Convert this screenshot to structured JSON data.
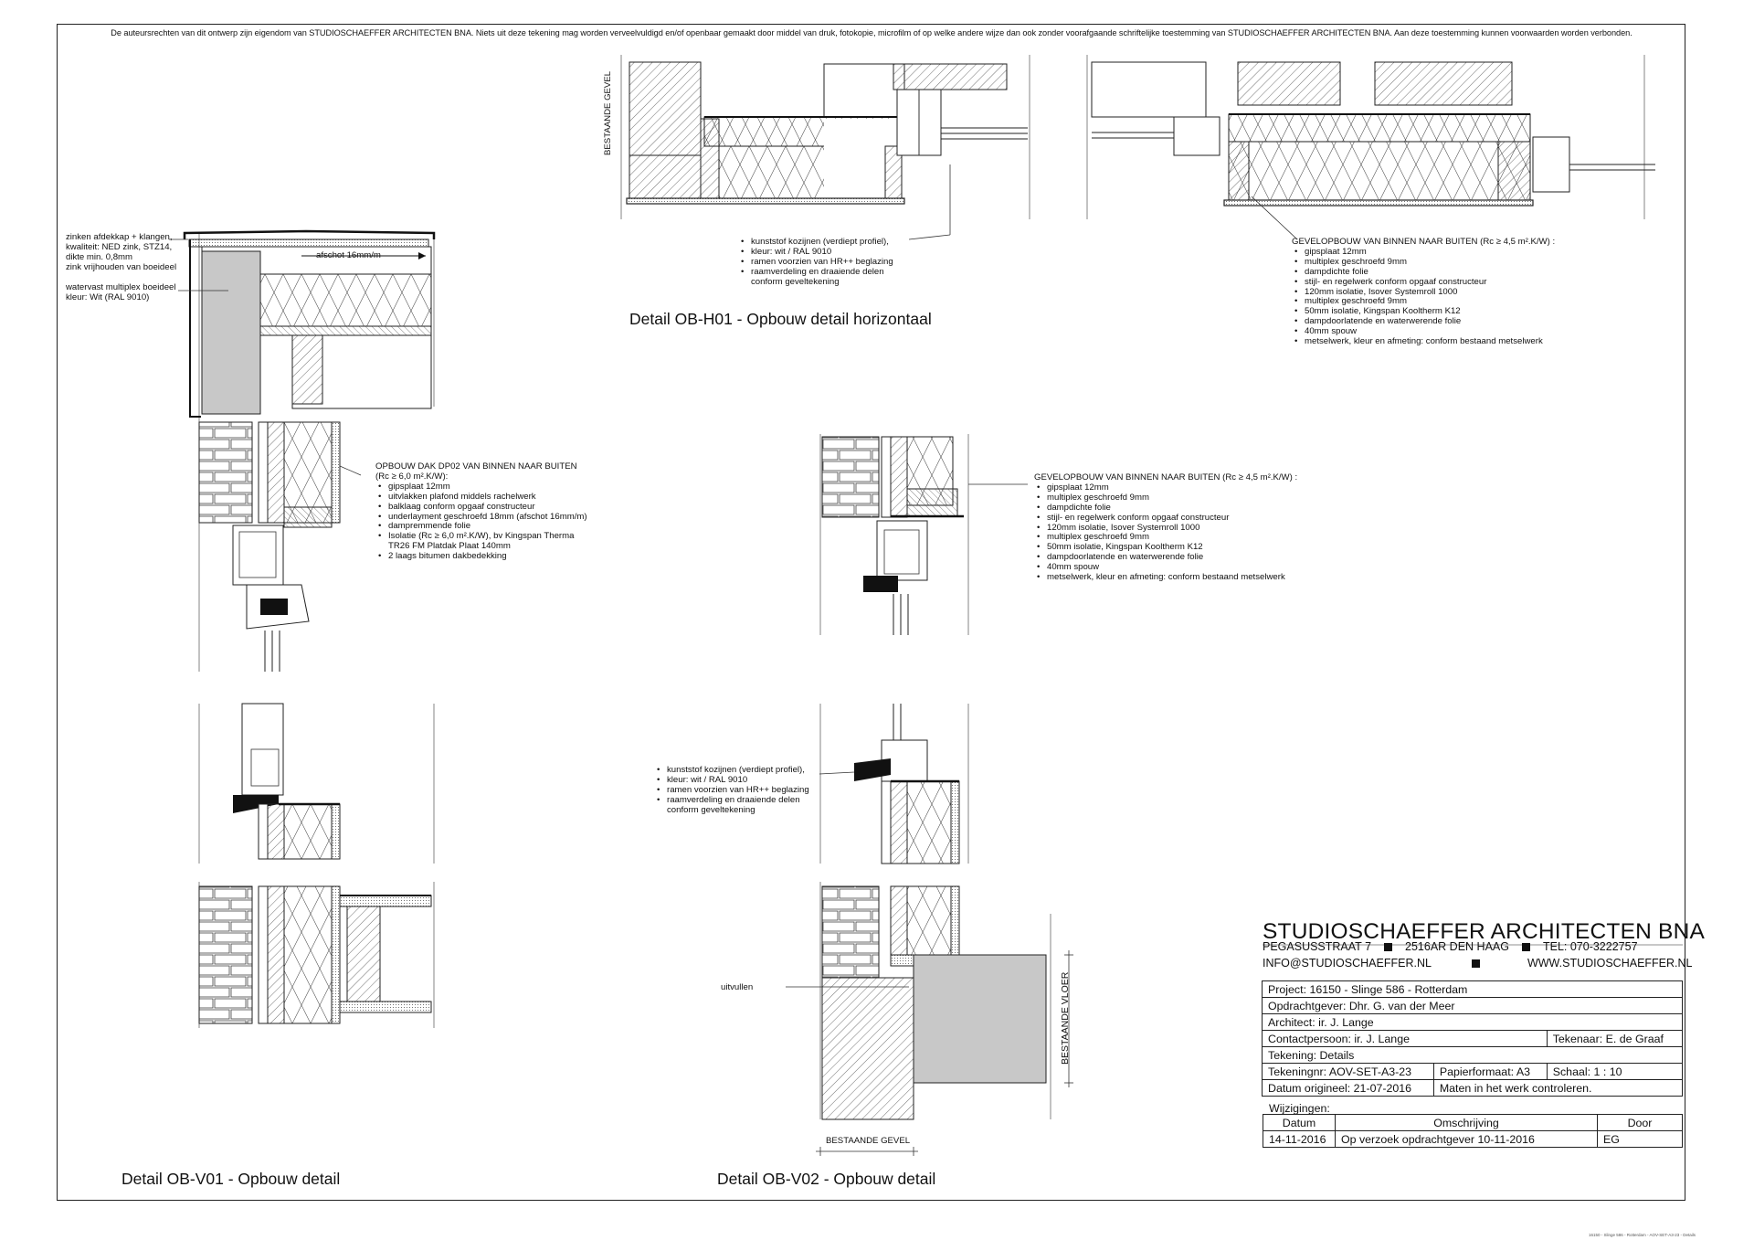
{
  "copyright": "De auteursrechten van dit ontwerp zijn eigendom van STUDIOSCHAEFFER ARCHITECTEN BNA. Niets uit deze tekening mag worden verveelvuldigd en/of openbaar gemaakt door middel van druk, fotokopie, microfilm of op welke andere wijze dan ook zonder voorafgaande schriftelijke toestemming van STUDIOSCHAEFFER ARCHITECTEN BNA. Aan deze toestemming kunnen voorwaarden worden verbonden.",
  "titles": {
    "h01": "Detail OB-H01 - Opbouw detail horizontaal",
    "v01": "Detail OB-V01 - Opbouw detail",
    "v02": "Detail OB-V02 - Opbouw detail"
  },
  "labels": {
    "zinc": [
      "zinken afdekkap + klangen,",
      "kwaliteit: NED zink, STZ14,",
      "dikte min. 0,8mm",
      "zink vrijhouden van boeideel"
    ],
    "boeideel": [
      "watervast multiplex boeideel",
      "kleur: Wit (RAL 9010)"
    ],
    "afschot": "afschot 16mm/m",
    "bestaande_gevel_v": "BESTAANDE GEVEL",
    "bestaande_gevel_h": "BESTAANDE GEVEL",
    "bestaande_vloer": "BESTAANDE VLOER",
    "uitvullen": "uitvullen"
  },
  "notes": {
    "kozijn_h01": {
      "items": [
        "kunststof kozijnen (verdiept profiel),",
        "kleur: wit / RAL 9010",
        "ramen voorzien van HR++ beglazing",
        "raamverdeling en draaiende delen"
      ],
      "cont": "conform geveltekening"
    },
    "kozijn_v02": {
      "items": [
        "kunststof kozijnen (verdiept profiel),",
        "kleur: wit / RAL 9010",
        "ramen voorzien van HR++ beglazing",
        "raamverdeling en draaiende delen"
      ],
      "cont": "conform geveltekening"
    },
    "gevel_h01": {
      "heading": "GEVELOPBOUW VAN BINNEN NAAR BUITEN (Rc ≥ 4,5 m².K/W) :",
      "items": [
        "gipsplaat 12mm",
        "multiplex geschroefd 9mm",
        "dampdichte folie",
        "stijl- en regelwerk conform opgaaf constructeur",
        "120mm isolatie, Isover Systemroll 1000",
        "multiplex geschroefd 9mm",
        "50mm isolatie, Kingspan Kooltherm K12",
        "dampdoorlatende en waterwerende folie",
        "40mm spouw",
        "metselwerk, kleur en afmeting: conform bestaand metselwerk"
      ]
    },
    "gevel_v02": {
      "heading": "GEVELOPBOUW VAN BINNEN NAAR BUITEN (Rc ≥ 4,5 m².K/W) :",
      "items": [
        "gipsplaat 12mm",
        "multiplex geschroefd 9mm",
        "dampdichte folie",
        "stijl- en regelwerk conform opgaaf constructeur",
        "120mm isolatie, Isover Systemroll 1000",
        "multiplex geschroefd 9mm",
        "50mm isolatie, Kingspan Kooltherm K12",
        "dampdoorlatende en waterwerende folie",
        "40mm spouw",
        "metselwerk, kleur en afmeting: conform bestaand metselwerk"
      ]
    },
    "dak": {
      "heading1": "OPBOUW DAK DP02 VAN BINNEN NAAR BUITEN",
      "heading2": "(Rc ≥ 6,0 m².K/W):",
      "items": [
        "gipsplaat 12mm",
        "uitvlakken plafond middels rachelwerk",
        "balklaag conform opgaaf constructeur",
        "underlayment geschroefd 18mm (afschot 16mm/m)",
        "dampremmende folie",
        "Isolatie (Rc ≥ 6,0 m².K/W), bv Kingspan Therma"
      ],
      "cont1": "TR26 FM Platdak Plaat 140mm",
      "last": "2 laags bitumen dakbedekking"
    }
  },
  "titleblock": {
    "firm": "STUDIOSCHAEFFER ARCHITECTEN BNA",
    "address": "PEGASUSSTRAAT 7",
    "city": "2516AR DEN HAAG",
    "tel": "TEL: 070-3222757",
    "email": "INFO@STUDIOSCHAEFFER.NL",
    "web": "WWW.STUDIOSCHAEFFER.NL",
    "project": "Project: 16150 - Slinge 586 - Rotterdam",
    "opdrachtgever": "Opdrachtgever: Dhr. G. van der Meer",
    "architect": "Architect: ir. J. Lange",
    "contactpersoon": "Contactpersoon: ir. J. Lange",
    "tekenaar": "Tekenaar: E. de Graaf",
    "tekening": "Tekening: Details",
    "tekeningnr": "Tekeningnr: AOV-SET-A3-23",
    "papierformaat": "Papierformaat: A3",
    "schaal": "Schaal:  1 : 10",
    "datum_origineel": "Datum origineel: 21-07-2016",
    "maten": "Maten in het werk controleren.",
    "wijzigingen": "Wijzigingen:",
    "col_datum": "Datum",
    "col_omschrijving": "Omschrijving",
    "col_door": "Door",
    "rev_datum": "14-11-2016",
    "rev_omschrijving": "Op verzoek opdrachtgever 10-11-2016",
    "rev_door": "EG"
  },
  "footer": "16150 - Slinge 586 - Rotterdam - AOV-SET-A3-23 - Details"
}
